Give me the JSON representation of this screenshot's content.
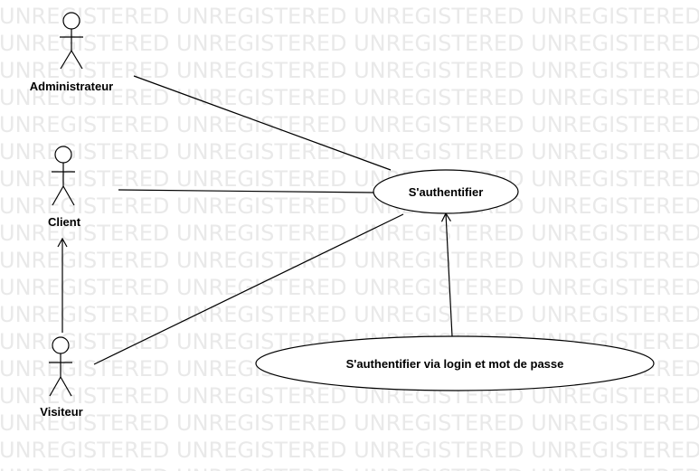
{
  "watermark": "UNREGISTERED",
  "actors": [
    {
      "name": "Administrateur"
    },
    {
      "name": "Client"
    },
    {
      "name": "Visiteur"
    }
  ],
  "use_cases": [
    {
      "name": "S'authentifier"
    },
    {
      "name": "S'authentifier via login et mot de passe"
    }
  ],
  "colors": {
    "line": "#000000",
    "watermark": "#e9e9e9",
    "background": "#ffffff"
  }
}
